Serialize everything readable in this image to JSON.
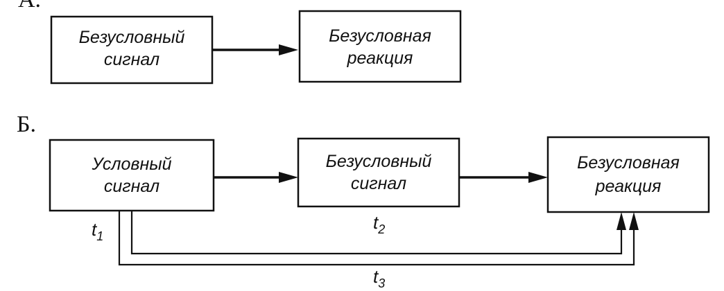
{
  "section_a": {
    "label": "А.",
    "box_left": {
      "line1": "Безусловный",
      "line2": "сигнал"
    },
    "box_right": {
      "line1": "Безусловная",
      "line2": "реакция"
    }
  },
  "section_b": {
    "label": "Б.",
    "box_left": {
      "line1": "Условный",
      "line2": "сигнал"
    },
    "box_middle": {
      "line1": "Безусловный",
      "line2": "сигнал"
    },
    "box_right": {
      "line1": "Безусловная",
      "line2": "реакция"
    },
    "t1": {
      "base": "t",
      "sub": "1"
    },
    "t2": {
      "base": "t",
      "sub": "2"
    },
    "t3": {
      "base": "t",
      "sub": "3"
    }
  }
}
